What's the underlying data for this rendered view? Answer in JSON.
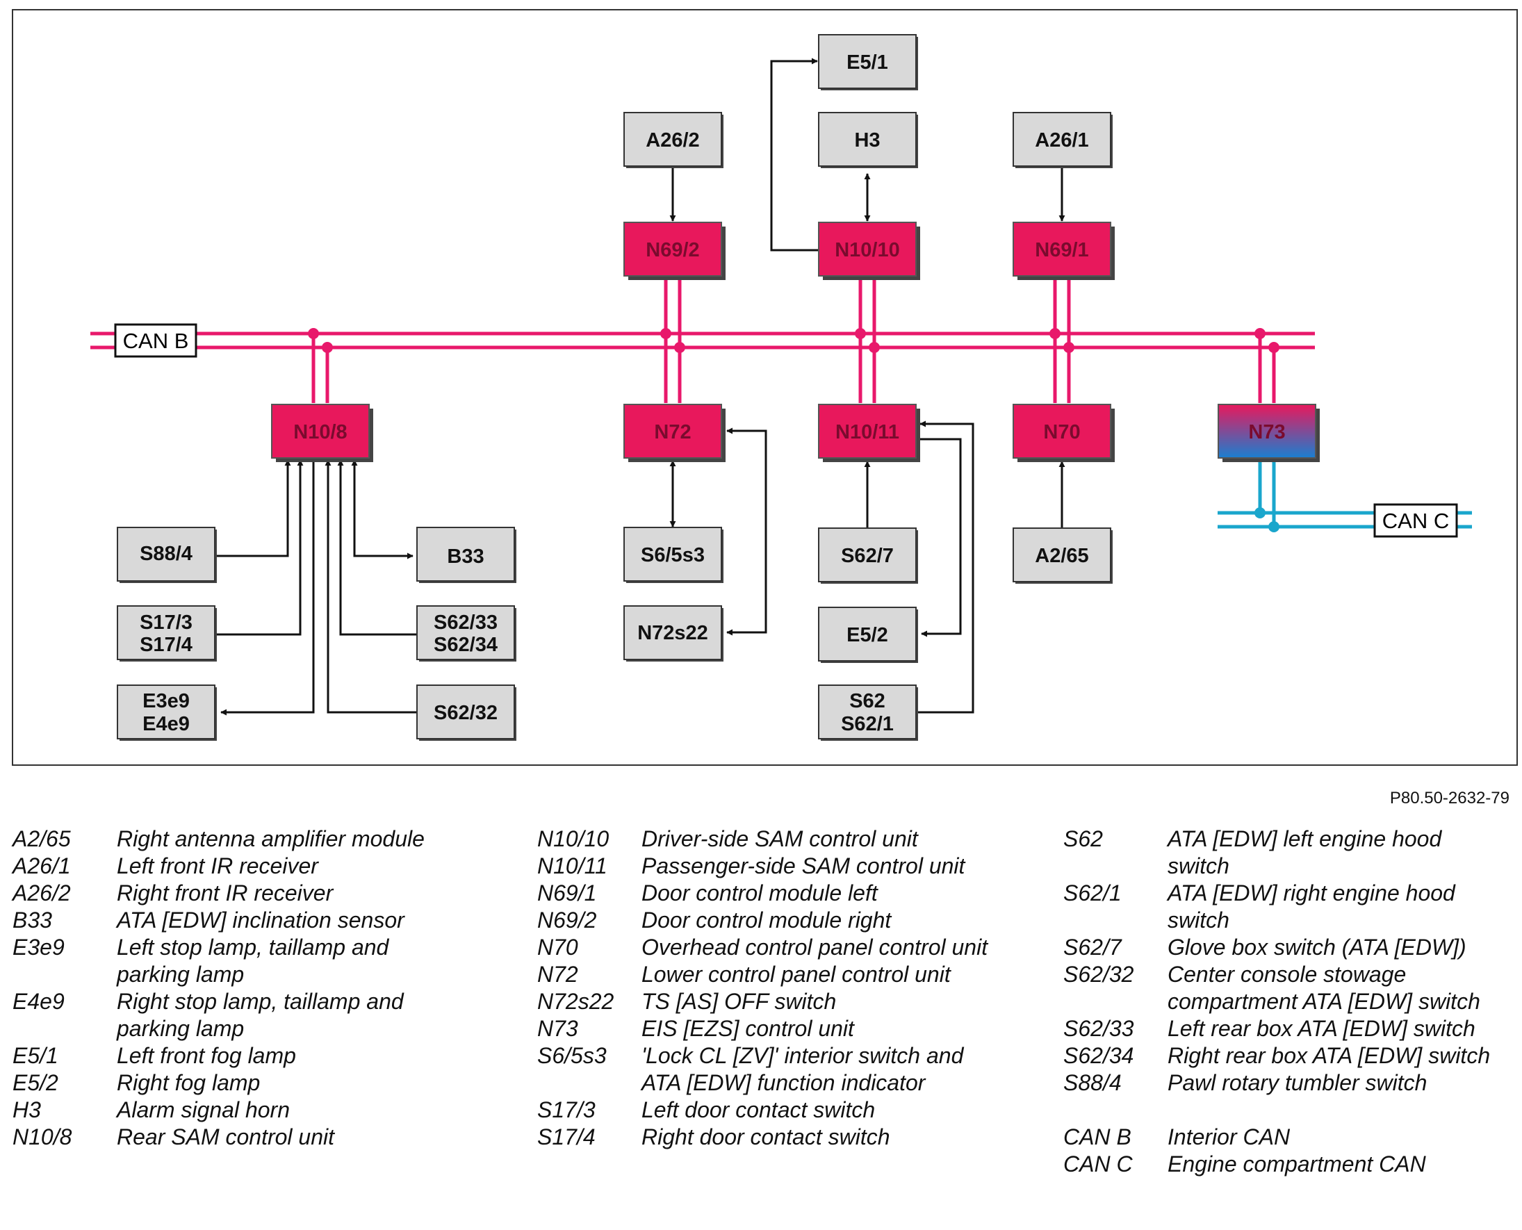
{
  "diagram": {
    "buses": {
      "can_b": "CAN B",
      "can_c": "CAN C"
    },
    "modules": {
      "e5_1": "E5/1",
      "a26_2": "A26/2",
      "h3": "H3",
      "a26_1": "A26/1",
      "n69_2": "N69/2",
      "n10_10": "N10/10",
      "n69_1": "N69/1",
      "n10_8": "N10/8",
      "n72": "N72",
      "n10_11": "N10/11",
      "n70": "N70",
      "n73": "N73",
      "s88_4": "S88/4",
      "b33": "B33",
      "s17_3": "S17/3",
      "s17_4": "S17/4",
      "s62_33": "S62/33",
      "s62_34": "S62/34",
      "e3e9": "E3e9",
      "e4e9": "E4e9",
      "s62_32": "S62/32",
      "s6_5s3": "S6/5s3",
      "n72s22": "N72s22",
      "s62_7": "S62/7",
      "e5_2": "E5/2",
      "s62": "S62",
      "s62_1": "S62/1",
      "a2_65": "A2/65"
    },
    "colors": {
      "bus_can_b": "#e8186b",
      "bus_can_c": "#1aa6cc",
      "control_unit_fill": "#e8185c",
      "component_fill": "#d9d9d9"
    }
  },
  "figure_ref": "P80.50-2632-79",
  "legend": {
    "col1": [
      {
        "code": "A2/65",
        "desc": "Right antenna amplifier module"
      },
      {
        "code": "A26/1",
        "desc": "Left front IR receiver"
      },
      {
        "code": "A26/2",
        "desc": "Right front IR receiver"
      },
      {
        "code": "B33",
        "desc": "ATA [EDW] inclination sensor"
      },
      {
        "code": "E3e9",
        "desc": "Left stop lamp, taillamp and parking lamp"
      },
      {
        "code": "E4e9",
        "desc": "Right stop lamp, taillamp and parking lamp"
      },
      {
        "code": "E5/1",
        "desc": "Left front fog lamp"
      },
      {
        "code": "E5/2",
        "desc": "Right fog lamp"
      },
      {
        "code": "H3",
        "desc": "Alarm signal horn"
      },
      {
        "code": "N10/8",
        "desc": "Rear SAM control unit"
      }
    ],
    "col2": [
      {
        "code": "N10/10",
        "desc": "Driver-side SAM control unit"
      },
      {
        "code": "N10/11",
        "desc": "Passenger-side SAM control unit"
      },
      {
        "code": "N69/1",
        "desc": "Door control module left"
      },
      {
        "code": "N69/2",
        "desc": "Door control module right"
      },
      {
        "code": "N70",
        "desc": "Overhead control panel control unit"
      },
      {
        "code": "N72",
        "desc": "Lower control panel control unit"
      },
      {
        "code": "N72s22",
        "desc": "TS [AS] OFF switch"
      },
      {
        "code": "N73",
        "desc": "EIS [EZS] control unit"
      },
      {
        "code": "S6/5s3",
        "desc": "'Lock CL [ZV]' interior switch and ATA [EDW] function indicator"
      },
      {
        "code": "S17/3",
        "desc": "Left door contact switch"
      },
      {
        "code": "S17/4",
        "desc": "Right door contact switch"
      }
    ],
    "col3": [
      {
        "code": "S62",
        "desc": "ATA [EDW] left engine hood switch"
      },
      {
        "code": "S62/1",
        "desc": "ATA [EDW] right engine hood switch"
      },
      {
        "code": "S62/7",
        "desc": "Glove box switch (ATA [EDW])"
      },
      {
        "code": "S62/32",
        "desc": "Center console stowage compartment ATA [EDW] switch"
      },
      {
        "code": "S62/33",
        "desc": "Left rear box ATA [EDW] switch"
      },
      {
        "code": "S62/34",
        "desc": "Right rear box ATA [EDW] switch"
      },
      {
        "code": "S88/4",
        "desc": "Pawl rotary tumbler switch"
      }
    ],
    "col3_bus": [
      {
        "code": "CAN B",
        "desc": "Interior CAN"
      },
      {
        "code": "CAN C",
        "desc": "Engine compartment CAN"
      }
    ]
  }
}
